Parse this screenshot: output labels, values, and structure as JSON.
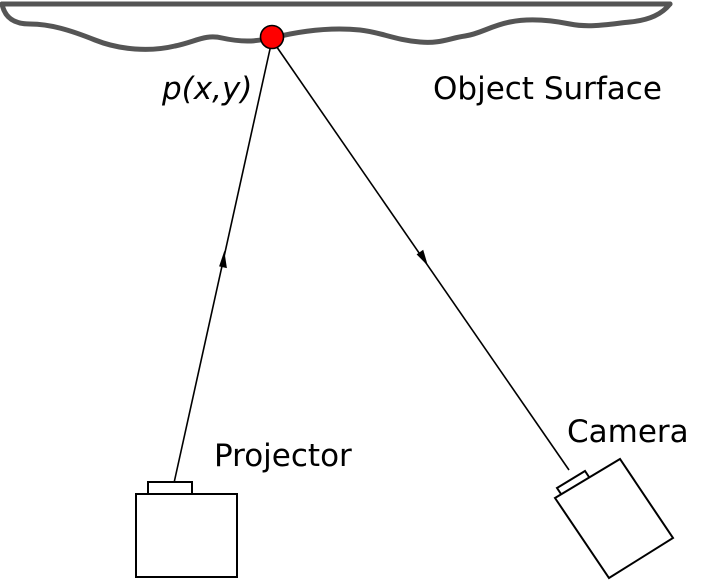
{
  "labels": {
    "point": "p(x,y)",
    "surface": "Object Surface",
    "projector": "Projector",
    "camera": "Camera"
  },
  "colors": {
    "surface": "#555555",
    "point_fill": "#ff0000",
    "line": "#000000",
    "background": "#ffffff"
  }
}
